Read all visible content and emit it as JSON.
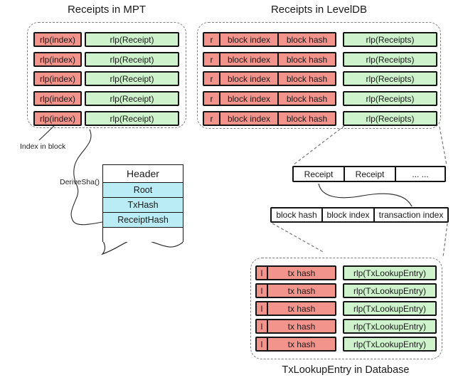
{
  "mpt": {
    "title": "Receipts in MPT",
    "rows": [
      {
        "key": "rlp(index)",
        "value": "rlp(Receipt)"
      },
      {
        "key": "rlp(index)",
        "value": "rlp(Receipt)"
      },
      {
        "key": "rlp(index)",
        "value": "rlp(Receipt)"
      },
      {
        "key": "rlp(index)",
        "value": "rlp(Receipt)"
      },
      {
        "key": "rlp(index)",
        "value": "rlp(Receipt)"
      }
    ]
  },
  "leveldb": {
    "title": "Receipts in LevelDB",
    "rows": [
      {
        "prefix": "r",
        "block_index": "block index",
        "block_hash": "block hash",
        "value": "rlp(Receipts)"
      },
      {
        "prefix": "r",
        "block_index": "block index",
        "block_hash": "block hash",
        "value": "rlp(Receipts)"
      },
      {
        "prefix": "r",
        "block_index": "block index",
        "block_hash": "block hash",
        "value": "rlp(Receipts)"
      },
      {
        "prefix": "r",
        "block_index": "block index",
        "block_hash": "block hash",
        "value": "rlp(Receipts)"
      },
      {
        "prefix": "r",
        "block_index": "block index",
        "block_hash": "block hash",
        "value": "rlp(Receipts)"
      }
    ]
  },
  "labels": {
    "index_in_block": "Index in block",
    "derive_sha": "DeriveSha()"
  },
  "header_block": {
    "title": "Header",
    "fields": [
      "Root",
      "TxHash",
      "ReceiptHash"
    ]
  },
  "receipt_list": {
    "cells": [
      "Receipt",
      "Receipt",
      "... ..."
    ]
  },
  "lookup_key": {
    "cells": [
      "block hash",
      "block index",
      "transaction index"
    ]
  },
  "txlookup": {
    "title": "TxLookupEntry in Database",
    "rows": [
      {
        "prefix": "l",
        "key": "tx hash",
        "value": "rlp(TxLookupEntry)"
      },
      {
        "prefix": "l",
        "key": "tx hash",
        "value": "rlp(TxLookupEntry)"
      },
      {
        "prefix": "l",
        "key": "tx hash",
        "value": "rlp(TxLookupEntry)"
      },
      {
        "prefix": "l",
        "key": "tx hash",
        "value": "rlp(TxLookupEntry)"
      },
      {
        "prefix": "l",
        "key": "tx hash",
        "value": "rlp(TxLookupEntry)"
      }
    ]
  },
  "colors": {
    "key_red": "#f2938c",
    "value_green": "#cef2cc",
    "header_cyan": "#b9ecf4",
    "box_border": "#141414",
    "dashed_gray": "#7f7f7f"
  }
}
